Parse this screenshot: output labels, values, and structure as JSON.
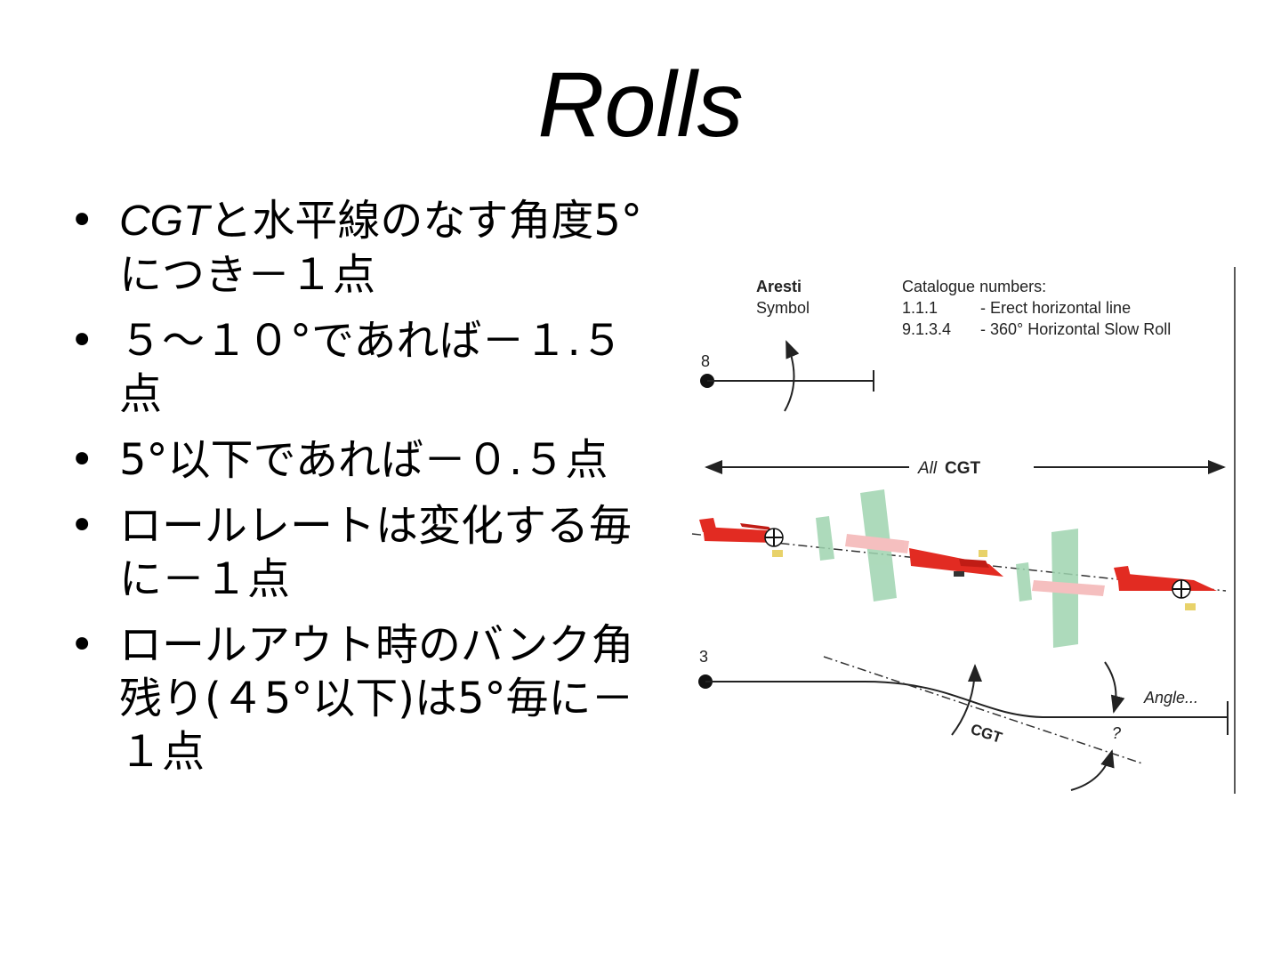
{
  "title": "Rolls",
  "bullets": [
    {
      "lead": "CGT",
      "text": "と水平線のなす角度5°につき－１点"
    },
    {
      "lead": "",
      "text": "５～１０°であれば－１.５点"
    },
    {
      "lead": "",
      "text": "5°以下であれば－０.５点"
    },
    {
      "lead": "",
      "text": "ロールレートは変化する毎に－１点"
    },
    {
      "lead": "",
      "text": "ロールアウト時のバンク角残り(４5°以下)は5°毎に－１点"
    }
  ],
  "bullet_glyph": "•",
  "figure": {
    "aresti_label": "Aresti",
    "symbol_label": "Symbol",
    "catalogue_header": "Catalogue numbers:",
    "catalogue": [
      {
        "number": "1.1.1",
        "desc": "- Erect horizontal line"
      },
      {
        "number": "9.1.3.4",
        "desc": "- 360° Horizontal Slow Roll"
      }
    ],
    "top_symbol_number": "8",
    "all_cgt_prefix": "All",
    "all_cgt_bold": "CGT",
    "bottom_symbol_number": "3",
    "angle_label": "Angle...",
    "cgt_label": "CGT",
    "question_mark": "?",
    "colors": {
      "plane_red": "#e22b22",
      "ghost_green": "#9fd4b0",
      "ghost_pink": "#f4b5b5"
    }
  }
}
